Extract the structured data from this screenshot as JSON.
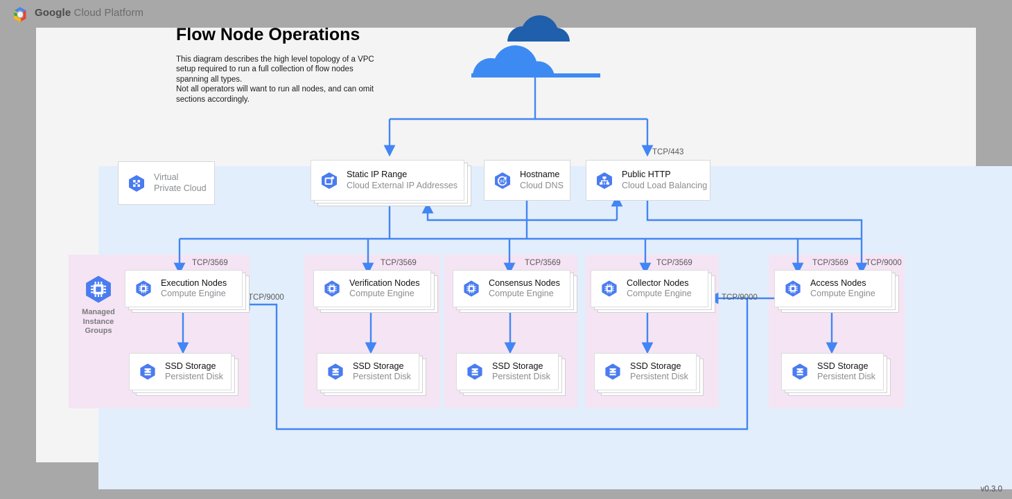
{
  "header": {
    "brand_bold": "Google",
    "brand_rest": " Cloud Platform",
    "logo_icon": "google-cloud-logo"
  },
  "diagram": {
    "title": "Flow Node Operations",
    "description": "This diagram describes the high level topology of a VPC setup required to run a full collection of flow nodes spanning all types.\nNot all operators will want to run all nodes, and can omit sections accordingly.",
    "cloud_icon": "cloud-icon",
    "version": "v0.3.0"
  },
  "colors": {
    "page_background": "#a8a8a8",
    "canvas_background": "#f4f4f4",
    "vpc_background": "#e2eefb",
    "group_background": "#f5e4f3",
    "connector": "#4285f4",
    "icon_blue": "#4a7cf0",
    "cloud_light": "#3d8bf2",
    "cloud_dark": "#1f5fac",
    "label_gray": "#58595b",
    "subtitle_gray": "#8b8d90"
  },
  "top_row": [
    {
      "id": "virtual-private-cloud",
      "title": "Virtual",
      "subtitle": "Private Cloud",
      "icon": "vpc-icon",
      "stacked": false,
      "muted_title": true
    },
    {
      "id": "static-ip-range",
      "title": "Static IP Range",
      "subtitle": "Cloud External IP Addresses",
      "icon": "static-ip-icon",
      "stacked": true,
      "muted_title": false
    },
    {
      "id": "hostname",
      "title": "Hostname",
      "subtitle": "Cloud DNS",
      "icon": "cloud-dns-icon",
      "stacked": false,
      "muted_title": false
    },
    {
      "id": "public-http",
      "title": "Public HTTP",
      "subtitle": "Cloud Load Balancing",
      "icon": "load-balancing-icon",
      "stacked": false,
      "muted_title": false
    }
  ],
  "managed_instance_groups": {
    "label": "Managed\nInstance\nGroups",
    "icon": "managed-instance-groups-icon"
  },
  "node_groups": [
    {
      "id": "execution",
      "node": {
        "title": "Execution Nodes",
        "subtitle": "Compute Engine",
        "icon": "compute-engine-icon"
      },
      "storage": {
        "title": "SSD Storage",
        "subtitle": "Persistent Disk",
        "icon": "persistent-disk-icon"
      }
    },
    {
      "id": "verification",
      "node": {
        "title": "Verification Nodes",
        "subtitle": "Compute Engine",
        "icon": "compute-engine-icon"
      },
      "storage": {
        "title": "SSD Storage",
        "subtitle": "Persistent Disk",
        "icon": "persistent-disk-icon"
      }
    },
    {
      "id": "consensus",
      "node": {
        "title": "Consensus Nodes",
        "subtitle": "Compute Engine",
        "icon": "compute-engine-icon"
      },
      "storage": {
        "title": "SSD Storage",
        "subtitle": "Persistent Disk",
        "icon": "persistent-disk-icon"
      }
    },
    {
      "id": "collector",
      "node": {
        "title": "Collector Nodes",
        "subtitle": "Compute Engine",
        "icon": "compute-engine-icon"
      },
      "storage": {
        "title": "SSD Storage",
        "subtitle": "Persistent Disk",
        "icon": "persistent-disk-icon"
      }
    },
    {
      "id": "access",
      "node": {
        "title": "Access Nodes",
        "subtitle": "Compute Engine",
        "icon": "compute-engine-icon"
      },
      "storage": {
        "title": "SSD Storage",
        "subtitle": "Persistent Disk",
        "icon": "persistent-disk-icon"
      }
    }
  ],
  "port_labels": [
    {
      "id": "tcp-443-public-http",
      "text": "TCP/443"
    },
    {
      "id": "tcp-3569-execution",
      "text": "TCP/3569"
    },
    {
      "id": "tcp-3569-verification",
      "text": "TCP/3569"
    },
    {
      "id": "tcp-3569-consensus",
      "text": "TCP/3569"
    },
    {
      "id": "tcp-3569-collector",
      "text": "TCP/3569"
    },
    {
      "id": "tcp-3569-access",
      "text": "TCP/3569"
    },
    {
      "id": "tcp-9000-access",
      "text": "TCP/9000"
    },
    {
      "id": "tcp-9000-execution",
      "text": "TCP/9000"
    },
    {
      "id": "tcp-9000-collector",
      "text": "TCP/9000"
    }
  ]
}
